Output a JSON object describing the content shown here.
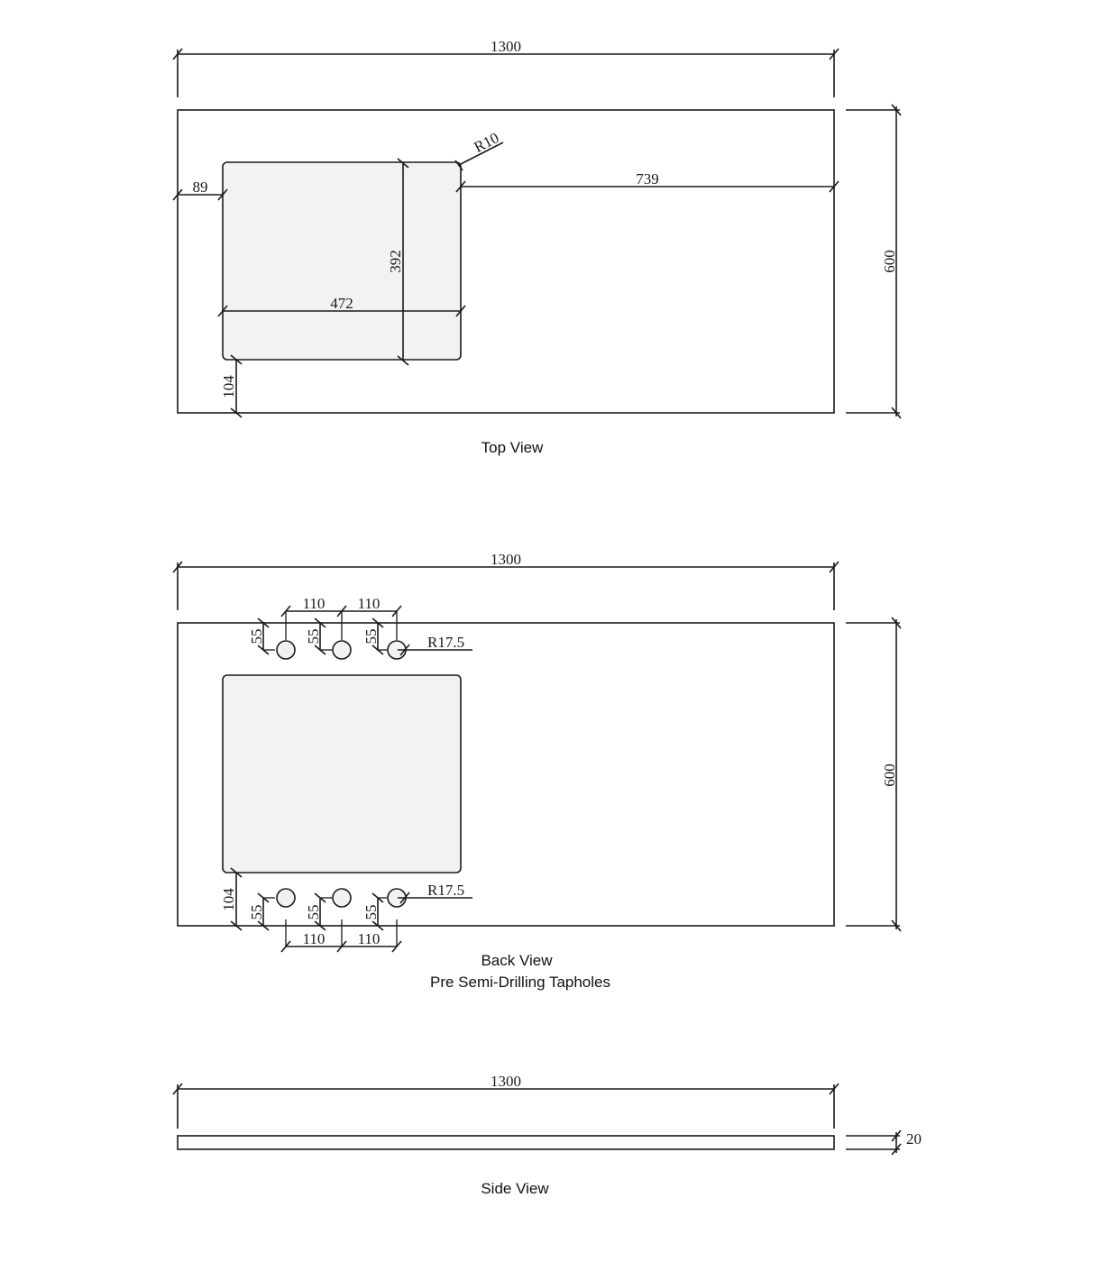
{
  "colors": {
    "line": "#1a1a1a",
    "basin_fill": "#f2f2f2",
    "background": "#ffffff"
  },
  "top_view": {
    "caption": "Top View",
    "overall_length": "1300",
    "overall_width": "600",
    "basin_offset_left": "89",
    "basin_width": "472",
    "basin_depth": "392",
    "basin_offset_front": "104",
    "basin_offset_right": "739",
    "corner_radius": "R10"
  },
  "back_view": {
    "caption_line1": "Back View",
    "caption_line2": "Pre Semi-Drilling Tapholes",
    "overall_length": "1300",
    "overall_width": "600",
    "top_row": {
      "spacing_1": "110",
      "spacing_2": "110",
      "edge_offsets": [
        "55",
        "55",
        "55"
      ],
      "hole_radius": "R17.5"
    },
    "bottom_row": {
      "spacing_1": "110",
      "spacing_2": "110",
      "edge_offsets": [
        "55",
        "55",
        "55"
      ],
      "hole_radius": "R17.5"
    },
    "basin_offset_front": "104"
  },
  "side_view": {
    "caption": "Side View",
    "overall_length": "1300",
    "thickness": "20"
  }
}
